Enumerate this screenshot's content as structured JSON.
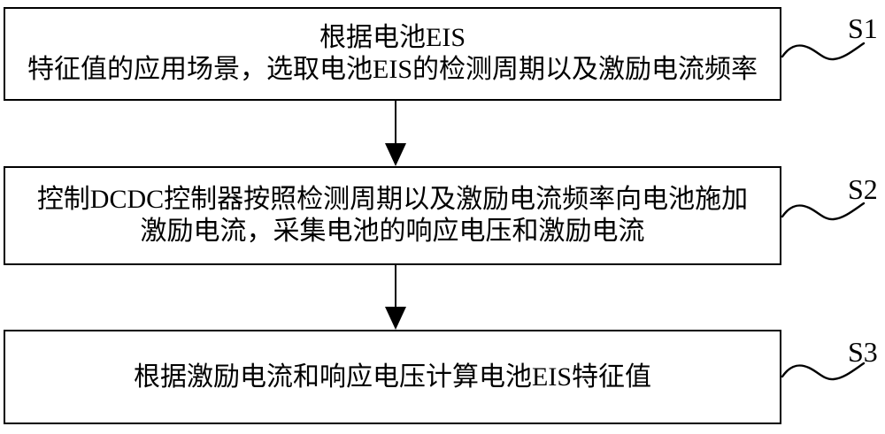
{
  "figure": {
    "type": "flowchart",
    "background_color": "#ffffff",
    "line_color": "#000000"
  },
  "steps": [
    {
      "label": "S1",
      "lines": [
        "根据电池EIS",
        "特征值的应用场景，选取电池EIS的检测周期以及激励电流频率"
      ]
    },
    {
      "label": "S2",
      "lines": [
        "控制DCDC控制器按照检测周期以及激励电流频率向电池施加",
        "激励电流，采集电池的响应电压和激励电流"
      ]
    },
    {
      "label": "S3",
      "lines": [
        "根据激励电流和响应电压计算电池EIS特征值"
      ]
    }
  ]
}
